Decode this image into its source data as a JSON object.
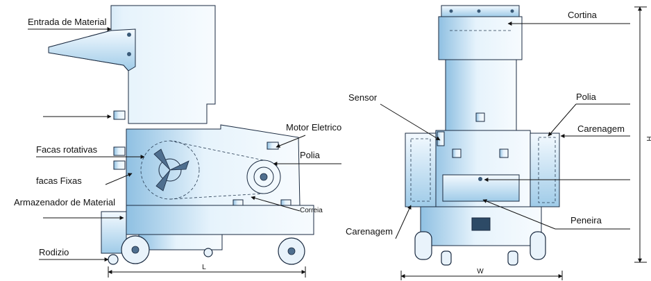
{
  "left_view": {
    "labels": {
      "entrada": "Entrada de Material",
      "facas_rotativas": "Facas rotativas",
      "facas_fixas": "facas Fixas",
      "armazenador": "Armazenador de Material",
      "rodizio": "Rodizio",
      "motor": "Motor Eletrico",
      "polia": "Polia",
      "correia": "Correia"
    },
    "dimension": "L"
  },
  "right_view": {
    "labels": {
      "cortina": "Cortina",
      "sensor": "Sensor",
      "polia": "Polia",
      "carenagem_right": "Carenagem",
      "carenagem_left": "Carenagem",
      "peneira": "Peneira"
    },
    "dimension_w": "W",
    "dimension_h": "H"
  },
  "colors": {
    "steel_light": "#f2f9fe",
    "steel_mid": "#cfe6f6",
    "steel_dark": "#7fb4dc",
    "outline": "#1a2a40"
  }
}
